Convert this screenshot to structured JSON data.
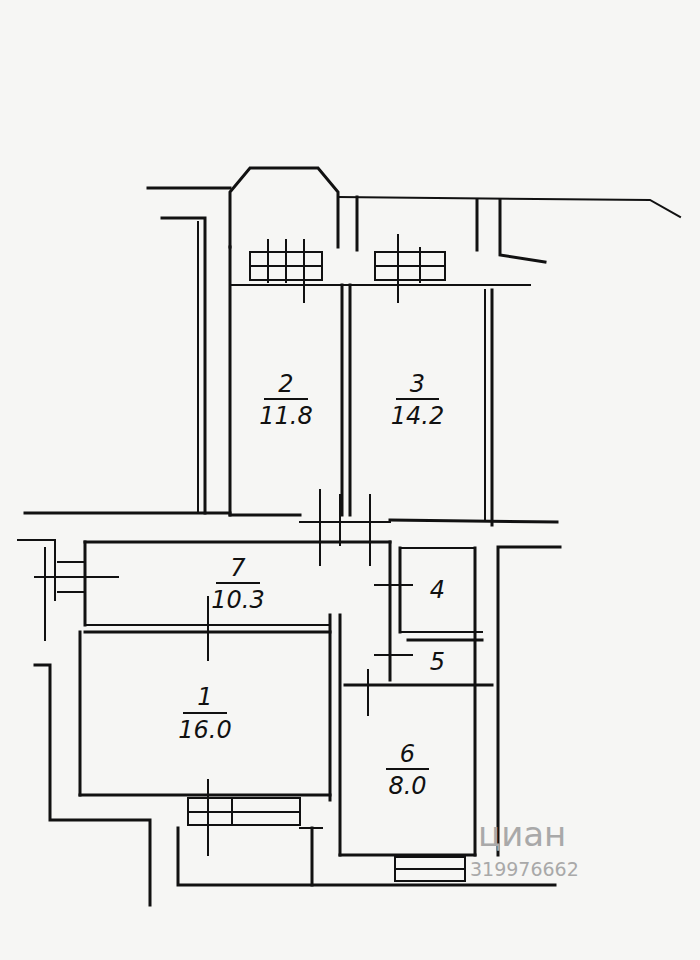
{
  "diagram": {
    "nodes": [
      {
        "text": [
          "2",
          "11.8"
        ]
      },
      {
        "text": [
          "3",
          "14.2"
        ]
      },
      {
        "text": [
          "7",
          "10.3"
        ]
      },
      {
        "text": [
          "4"
        ]
      },
      {
        "text": [
          "5"
        ]
      },
      {
        "text": [
          "1",
          "16.0"
        ]
      },
      {
        "text": [
          "6",
          "8.0"
        ]
      }
    ],
    "labels": [
      "циан",
      "319976662"
    ]
  }
}
